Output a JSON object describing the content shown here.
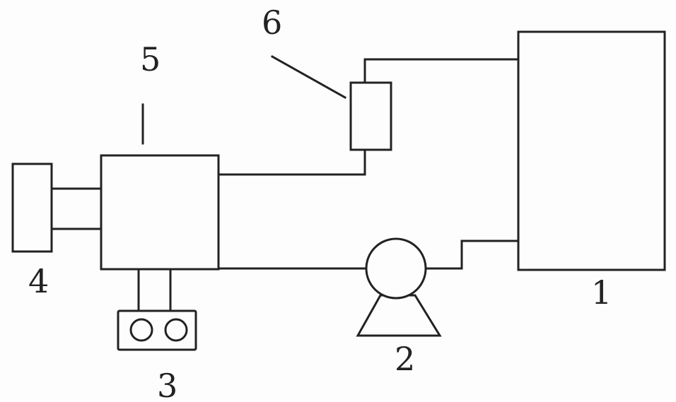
{
  "labels": {
    "component_1": "1",
    "component_2": "2",
    "component_3": "3",
    "component_4": "4",
    "component_5": "5",
    "component_6": "6"
  }
}
